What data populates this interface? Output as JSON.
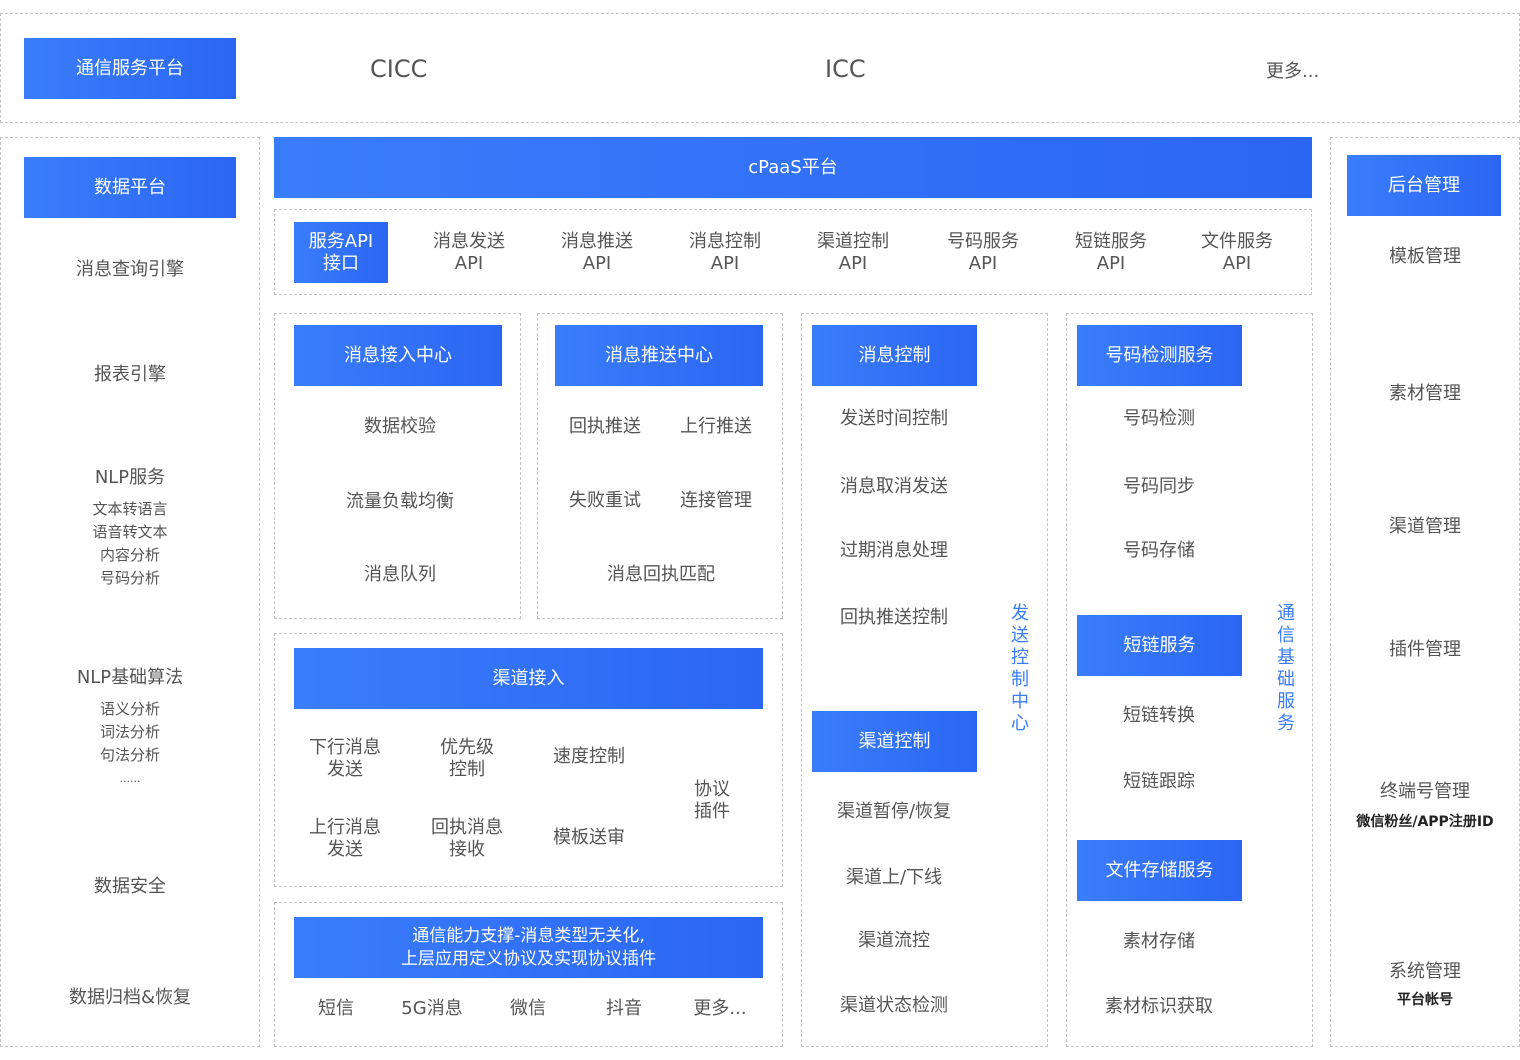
{
  "colors": {
    "accent": "#3a7dfb",
    "text": "#555555",
    "border": "#c4c4c4"
  },
  "top_bar": {
    "title": "通信服务平台",
    "items": [
      "CICC",
      "ICC",
      "更多..."
    ]
  },
  "data_platform": {
    "title": "数据平台",
    "items": {
      "query_engine": "消息查询引擎",
      "report_engine": "报表引擎",
      "nlp_service": "NLP服务",
      "nlp_service_subs": [
        "文本转语言",
        "语音转文本",
        "内容分析",
        "号码分析"
      ],
      "nlp_algo": "NLP基础算法",
      "nlp_algo_subs": [
        "语义分析",
        "词法分析",
        "句法分析",
        "......"
      ],
      "security": "数据安全",
      "archive": "数据归档&恢复"
    }
  },
  "cpaas": {
    "title": "cPaaS平台",
    "api_header": "服务API\n接口",
    "apis": [
      "消息发送\nAPI",
      "消息推送\nAPI",
      "消息控制\nAPI",
      "渠道控制\nAPI",
      "号码服务\nAPI",
      "短链服务\nAPI",
      "文件服务\nAPI"
    ]
  },
  "msg_access": {
    "title": "消息接入中心",
    "items": [
      "数据校验",
      "流量负载均衡",
      "消息队列"
    ]
  },
  "msg_push": {
    "title": "消息推送中心",
    "items": [
      "回执推送",
      "上行推送",
      "失败重试",
      "连接管理",
      "消息回执匹配"
    ]
  },
  "channel_access": {
    "title": "渠道接入",
    "items": [
      "下行消息\n发送",
      "优先级\n控制",
      "速度控制",
      "上行消息\n发送",
      "回执消息\n接收",
      "模板送审"
    ],
    "plugin": "协议\n插件"
  },
  "comm_support": {
    "title": "通信能力支撑-消息类型无关化,\n上层应用定义协议及实现协议插件",
    "items": [
      "短信",
      "5G消息",
      "微信",
      "抖音",
      "更多..."
    ]
  },
  "send_control": {
    "msg_title": "消息控制",
    "msg_items": [
      "发送时间控制",
      "消息取消发送",
      "过期消息处理",
      "回执推送控制"
    ],
    "channel_title": "渠道控制",
    "channel_items": [
      "渠道暂停/恢复",
      "渠道上/下线",
      "渠道流控",
      "渠道状态检测"
    ],
    "vertical_label": "发送控制中心"
  },
  "comm_base": {
    "number_title": "号码检测服务",
    "number_items": [
      "号码检测",
      "号码同步",
      "号码存储"
    ],
    "shortlink_title": "短链服务",
    "shortlink_items": [
      "短链转换",
      "短链跟踪"
    ],
    "file_title": "文件存储服务",
    "file_items": [
      "素材存储",
      "素材标识获取"
    ],
    "vertical_label": "通信基础服务"
  },
  "admin": {
    "title": "后台管理",
    "template": "模板管理",
    "material": "素材管理",
    "channel": "渠道管理",
    "plugin": "插件管理",
    "terminal": "终端号管理",
    "terminal_sub": "微信粉丝/APP注册ID",
    "system": "系统管理",
    "system_sub": "平台帐号"
  }
}
